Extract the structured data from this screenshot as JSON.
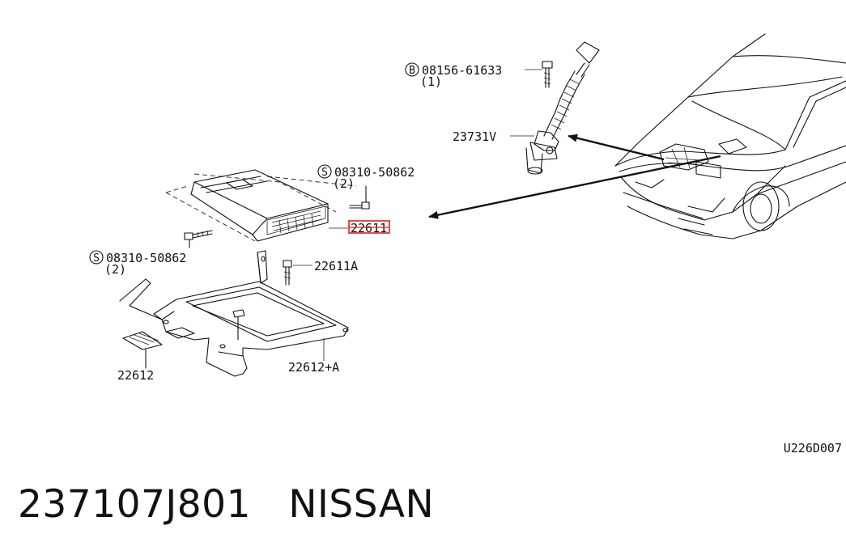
{
  "labels": {
    "bolt_b": "08156-61633",
    "bolt_b_marker": "B",
    "bolt_b_qty": "(1)",
    "sensor": "23731V",
    "screw_top": "08310-50862",
    "screw_top_marker": "S",
    "screw_top_qty": "(2)",
    "ecu": "22611",
    "screw_left": "08310-50862",
    "screw_left_marker": "S",
    "screw_left_qty": "(2)",
    "bolt_a": "22611A",
    "pad": "22612",
    "bracket": "22612+A",
    "diagram_code": "U226D007"
  },
  "footer": {
    "part_number": "237107J801",
    "brand": "NISSAN"
  },
  "colors": {
    "line": "#111111",
    "highlight": "#e02020",
    "background": "#ffffff"
  }
}
